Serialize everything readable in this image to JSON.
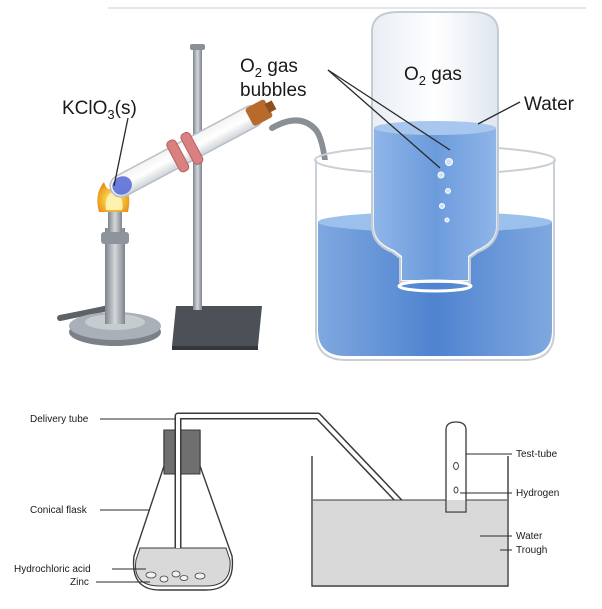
{
  "top": {
    "kclo3": {
      "main": "KClO",
      "sub": "3",
      "tail": "(s)"
    },
    "bubbles": {
      "main": "O",
      "sub": "2",
      "tail": " gas",
      "line2": "bubbles"
    },
    "gas": {
      "main": "O",
      "sub": "2",
      "tail": " gas"
    },
    "water": "Water"
  },
  "bottom": {
    "delivery_tube": "Delivery tube",
    "conical_flask": "Conical flask",
    "hydrochloric_acid": "Hydrochloric acid",
    "zinc": "Zinc",
    "test_tube": "Test-tube",
    "hydrogen": "Hydrogen",
    "water": "Water",
    "trough": "Trough"
  },
  "colors": {
    "water_blue": "#5b8fd6",
    "water_light": "#9cc0ec",
    "flame": "#f2a51f",
    "stopper": "#b86a2c",
    "clamp": "#d98080",
    "metal": "#9aa1a8",
    "base": "#4a4e55",
    "gray_water": "#d9d9d9"
  }
}
